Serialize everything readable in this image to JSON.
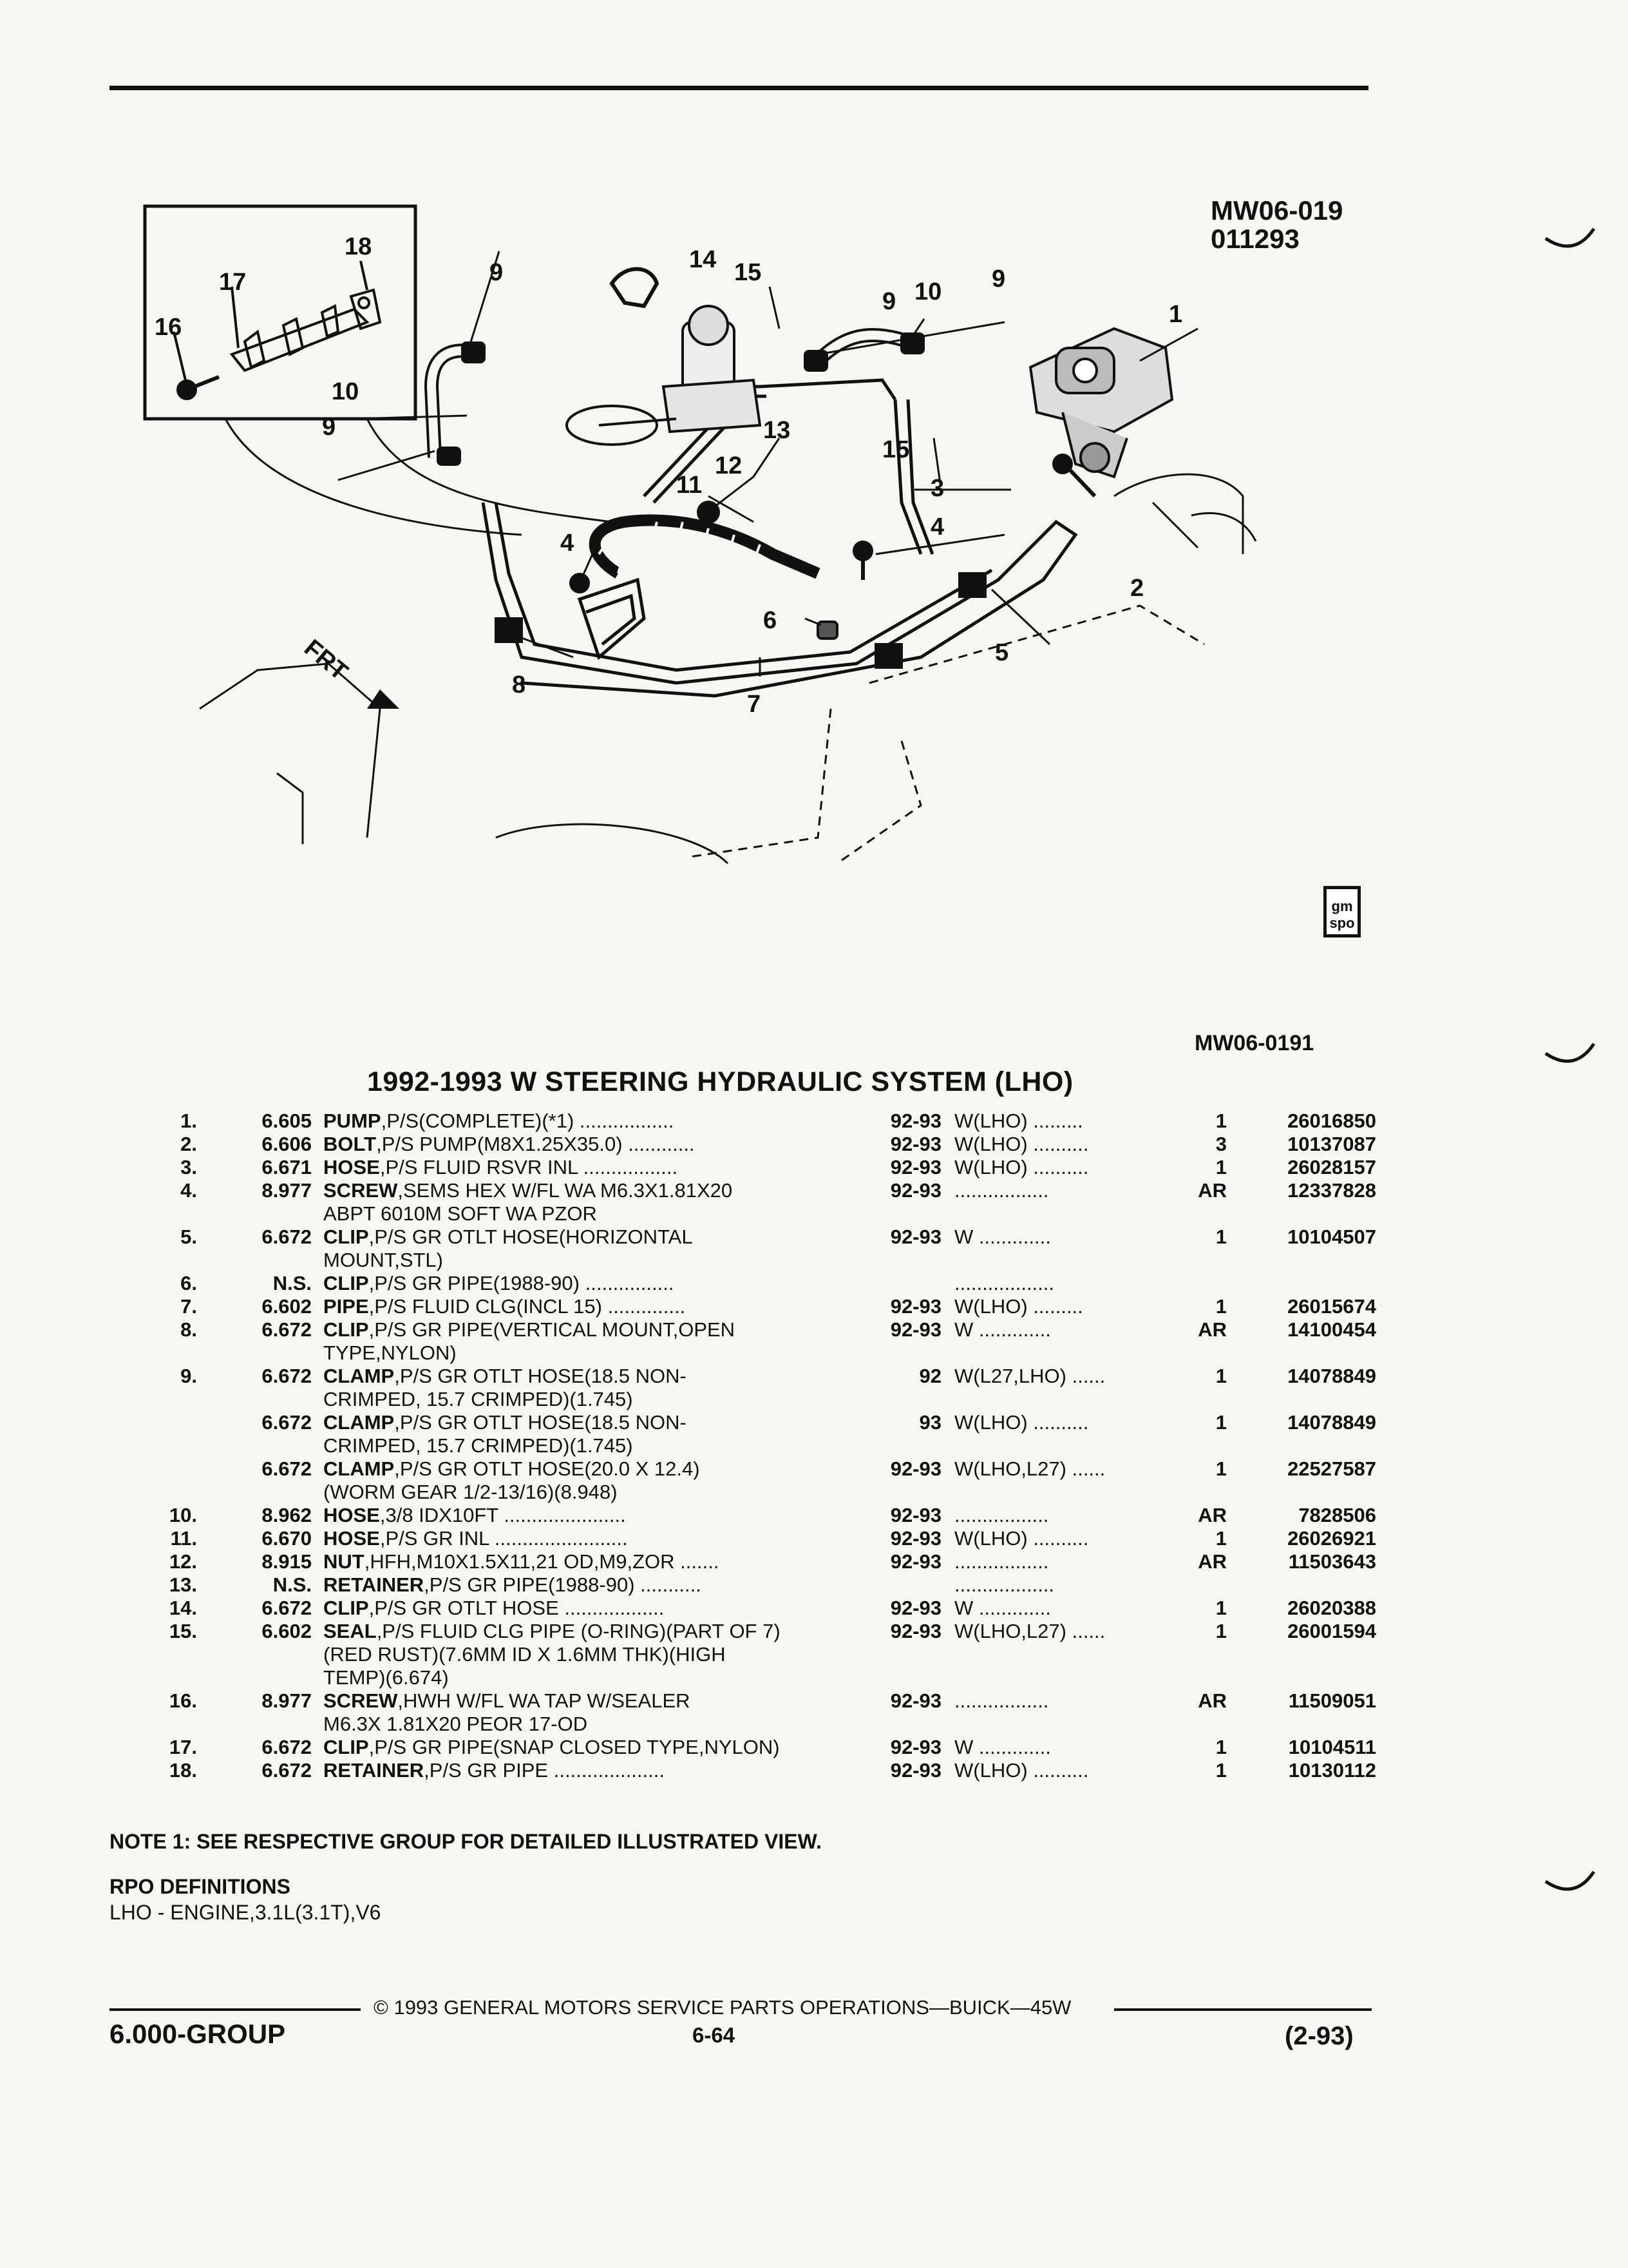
{
  "figure": {
    "id_line1": "MW06-019",
    "id_line2": "011293",
    "front_label": "FRT",
    "callouts": [
      "18",
      "17",
      "16",
      "9",
      "14",
      "15",
      "9",
      "10",
      "9",
      "1",
      "10",
      "9",
      "13",
      "12",
      "11",
      "15",
      "3",
      "4",
      "4",
      "2",
      "6",
      "5",
      "8",
      "7"
    ],
    "logo_text": [
      "gm",
      "spo"
    ],
    "figure_code": "MW06-0191"
  },
  "section_title": "1992-1993 W STEERING HYDRAULIC SYSTEM (LHO)",
  "parts": [
    {
      "no": "1.",
      "group": "6.605",
      "lead": "PUMP",
      "rest": ",P/S(COMPLETE)(*1)",
      "dots": " .................",
      "year": "92-93",
      "model": "W(LHO)",
      "mdots": " .........",
      "qty": "1",
      "pn": "26016850"
    },
    {
      "no": "2.",
      "group": "6.606",
      "lead": "BOLT",
      "rest": ",P/S PUMP(M8X1.25X35.0)",
      "dots": " ............",
      "year": "92-93",
      "model": "W(LHO)",
      "mdots": " ..........",
      "qty": "3",
      "pn": "10137087"
    },
    {
      "no": "3.",
      "group": "6.671",
      "lead": "HOSE",
      "rest": ",P/S FLUID RSVR INL",
      "dots": " .................",
      "year": "92-93",
      "model": "W(LHO)",
      "mdots": " ..........",
      "qty": "1",
      "pn": "26028157"
    },
    {
      "no": "4.",
      "group": "8.977",
      "lead": "SCREW",
      "rest": ",SEMS HEX W/FL WA M6.3X1.81X20",
      "line2": "ABPT 6010M SOFT WA PZOR",
      "dots": "",
      "year": "92-93",
      "model": "",
      "mdots": ".................",
      "qty": "AR",
      "pn": "12337828"
    },
    {
      "no": "5.",
      "group": "6.672",
      "lead": "CLIP",
      "rest": ",P/S GR OTLT HOSE(HORIZONTAL",
      "line2": "MOUNT,STL)",
      "dots": "",
      "year": "92-93",
      "model": "W",
      "mdots": " .............",
      "qty": "1",
      "pn": "10104507"
    },
    {
      "no": "6.",
      "group": "N.S.",
      "lead": "CLIP",
      "rest": ",P/S GR PIPE(1988-90)",
      "dots": " ................",
      "year": "",
      "model": "",
      "mdots": "..................",
      "qty": "",
      "pn": ""
    },
    {
      "no": "7.",
      "group": "6.602",
      "lead": "PIPE",
      "rest": ",P/S FLUID CLG(INCL 15)",
      "dots": " ..............",
      "year": "92-93",
      "model": "W(LHO)",
      "mdots": " .........",
      "qty": "1",
      "pn": "26015674"
    },
    {
      "no": "8.",
      "group": "6.672",
      "lead": "CLIP",
      "rest": ",P/S GR PIPE(VERTICAL MOUNT,OPEN",
      "line2": "TYPE,NYLON)",
      "dots": "",
      "year": "92-93",
      "model": "W",
      "mdots": " .............",
      "qty": "AR",
      "pn": "14100454"
    },
    {
      "no": "9.",
      "group": "6.672",
      "lead": "CLAMP",
      "rest": ",P/S GR OTLT HOSE(18.5 NON-",
      "line2": "CRIMPED, 15.7 CRIMPED)(1.745)",
      "dots": "",
      "year": "92",
      "model": "W(L27,LHO)",
      "mdots": " ......",
      "qty": "1",
      "pn": "14078849"
    },
    {
      "no": "",
      "group": "6.672",
      "lead": "CLAMP",
      "rest": ",P/S GR OTLT HOSE(18.5 NON-",
      "line2": "CRIMPED, 15.7 CRIMPED)(1.745)",
      "dots": "",
      "year": "93",
      "model": "W(LHO)",
      "mdots": " ..........",
      "qty": "1",
      "pn": "14078849"
    },
    {
      "no": "",
      "group": "6.672",
      "lead": "CLAMP",
      "rest": ",P/S GR OTLT HOSE(20.0 X 12.4)",
      "line2": "(WORM GEAR 1/2-13/16)(8.948)",
      "dots": "",
      "year": "92-93",
      "model": "W(LHO,L27)",
      "mdots": " ......",
      "qty": "1",
      "pn": "22527587"
    },
    {
      "no": "10.",
      "group": "8.962",
      "lead": "HOSE",
      "rest": ",3/8 IDX10FT",
      "dots": " ......................",
      "year": "92-93",
      "model": "",
      "mdots": ".................",
      "qty": "AR",
      "pn": "7828506"
    },
    {
      "no": "11.",
      "group": "6.670",
      "lead": "HOSE",
      "rest": ",P/S GR INL",
      "dots": " ........................",
      "year": "92-93",
      "model": "W(LHO)",
      "mdots": " ..........",
      "qty": "1",
      "pn": "26026921"
    },
    {
      "no": "12.",
      "group": "8.915",
      "lead": "NUT",
      "rest": ",HFH,M10X1.5X11,21 OD,M9,ZOR",
      "dots": " .......",
      "year": "92-93",
      "model": "",
      "mdots": ".................",
      "qty": "AR",
      "pn": "11503643"
    },
    {
      "no": "13.",
      "group": "N.S.",
      "lead": "RETAINER",
      "rest": ",P/S GR PIPE(1988-90)",
      "dots": " ...........",
      "year": "",
      "model": "",
      "mdots": "..................",
      "qty": "",
      "pn": ""
    },
    {
      "no": "14.",
      "group": "6.672",
      "lead": "CLIP",
      "rest": ",P/S GR OTLT HOSE",
      "dots": " ..................",
      "year": "92-93",
      "model": "W",
      "mdots": " .............",
      "qty": "1",
      "pn": "26020388"
    },
    {
      "no": "15.",
      "group": "6.602",
      "lead": "SEAL",
      "rest": ",P/S FLUID CLG PIPE (O-RING)(PART OF 7)",
      "line2": "(RED RUST)(7.6MM ID X 1.6MM THK)(HIGH",
      "line3": "TEMP)(6.674)",
      "dots": "",
      "year": "92-93",
      "model": "W(LHO,L27)",
      "mdots": " ......",
      "qty": "1",
      "pn": "26001594"
    },
    {
      "no": "16.",
      "group": "8.977",
      "lead": "SCREW",
      "rest": ",HWH W/FL WA TAP W/SEALER",
      "line2": "M6.3X 1.81X20 PEOR 17-OD",
      "dots": "",
      "year": "92-93",
      "model": "",
      "mdots": ".................",
      "qty": "AR",
      "pn": "11509051"
    },
    {
      "no": "17.",
      "group": "6.672",
      "lead": "CLIP",
      "rest": ",P/S GR PIPE(SNAP CLOSED TYPE,NYLON)",
      "dots": "",
      "year": "92-93",
      "model": "W",
      "mdots": " .............",
      "qty": "1",
      "pn": "10104511"
    },
    {
      "no": "18.",
      "group": "6.672",
      "lead": "RETAINER",
      "rest": ",P/S GR PIPE",
      "dots": " ....................",
      "year": "92-93",
      "model": "W(LHO)",
      "mdots": " ..........",
      "qty": "1",
      "pn": "10130112"
    }
  ],
  "note": "NOTE 1: SEE RESPECTIVE GROUP FOR DETAILED ILLUSTRATED VIEW.",
  "rpo": {
    "heading": "RPO DEFINITIONS",
    "definition": "LHO - ENGINE,3.1L(3.1T),V6"
  },
  "footer": {
    "copyright": "© 1993 GENERAL MOTORS SERVICE PARTS OPERATIONS—BUICK—45W",
    "group": "6.000-GROUP",
    "page": "6-64",
    "date": "(2-93)"
  }
}
